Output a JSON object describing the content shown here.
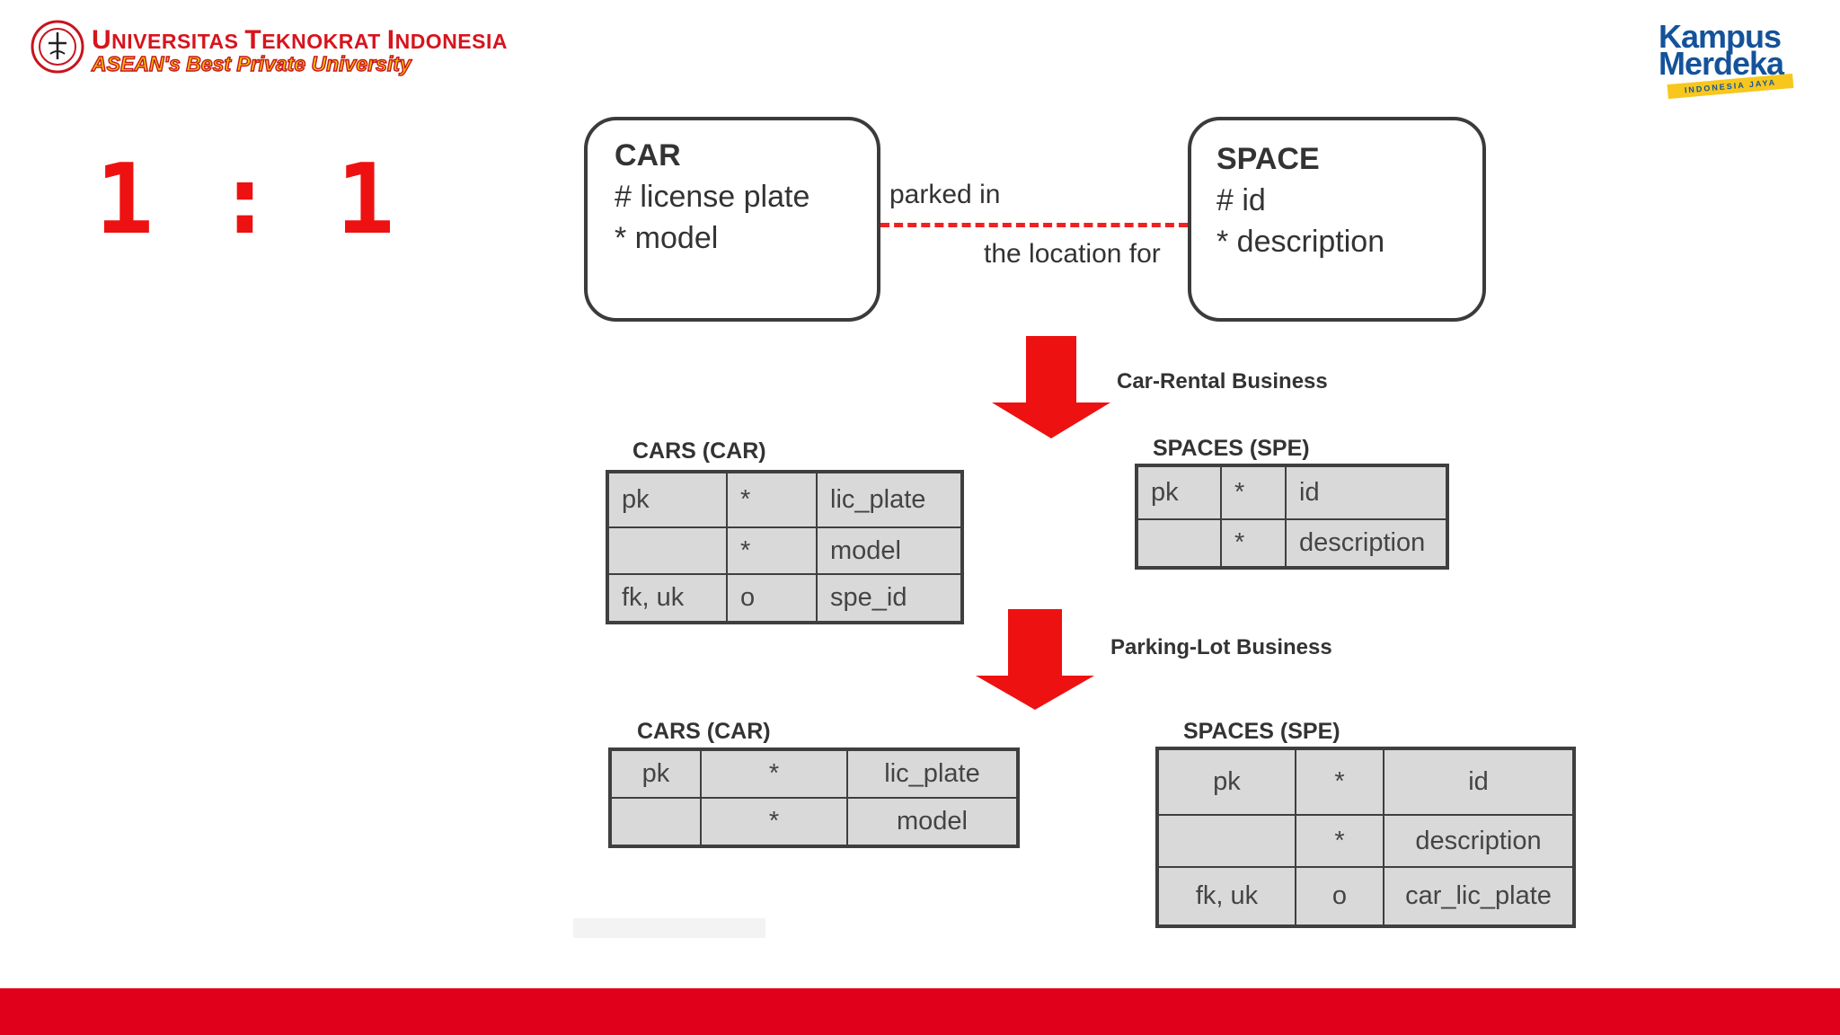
{
  "header": {
    "university_name_parts": [
      "U",
      "NIVERSITAS ",
      "T",
      "EKNOKRAT ",
      "I",
      "NDONESIA"
    ],
    "tagline": "ASEAN's Best Private University",
    "partner_logo_line1": "Kampus",
    "partner_logo_line2": "Merdeka",
    "partner_logo_ribbon": "INDONESIA JAYA"
  },
  "ratio": "1 : 1",
  "entities": [
    {
      "title": "CAR",
      "attributes": [
        "# license plate",
        "* model"
      ]
    },
    {
      "title": "SPACE",
      "attributes": [
        "# id",
        "* description"
      ]
    }
  ],
  "relationship": {
    "top_label": "parked in",
    "bottom_label": "the location for",
    "color": "#ee2222"
  },
  "business_labels": [
    "Car-Rental Business",
    "Parking-Lot Business"
  ],
  "arrow_color": "#ee1111",
  "car_rental": {
    "cars": {
      "title": "CARS (CAR)",
      "rows": [
        [
          "pk",
          "*",
          "lic_plate"
        ],
        [
          "",
          "*",
          "model"
        ],
        [
          "fk, uk",
          "o",
          "spe_id"
        ]
      ]
    },
    "spaces": {
      "title": "SPACES (SPE)",
      "rows": [
        [
          "pk",
          "*",
          "id"
        ],
        [
          "",
          "*",
          "description"
        ]
      ]
    }
  },
  "parking_lot": {
    "cars": {
      "title": "CARS (CAR)",
      "rows": [
        [
          "pk",
          "*",
          "lic_plate"
        ],
        [
          "",
          "*",
          "model"
        ]
      ]
    },
    "spaces": {
      "title": "SPACES (SPE)",
      "rows": [
        [
          "pk",
          "*",
          "id"
        ],
        [
          "",
          "*",
          "description"
        ],
        [
          "fk, uk",
          "o",
          "car_lic_plate"
        ]
      ]
    }
  },
  "colors": {
    "brand_red": "#e0001b",
    "table_fill": "#d9d9d9"
  }
}
